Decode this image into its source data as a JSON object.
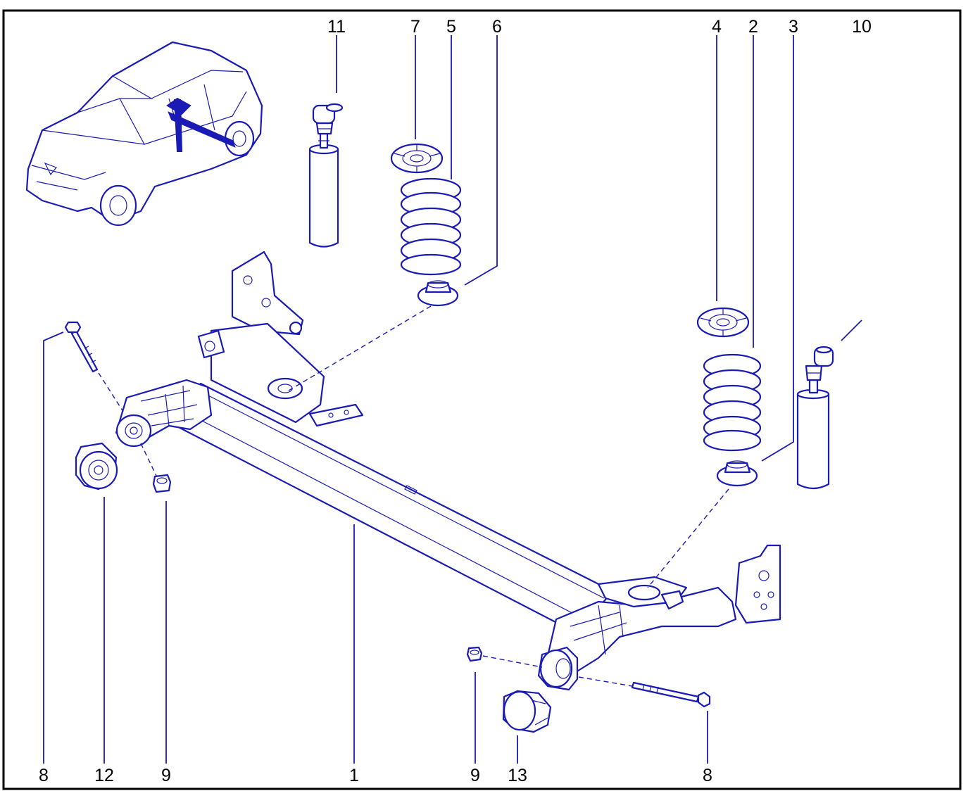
{
  "diagram": {
    "colors": {
      "line_art": "#1a1ab4",
      "frame": "#000000",
      "text": "#000000",
      "background": "#ffffff"
    },
    "callouts": [
      {
        "id": "c11-top",
        "label": "11"
      },
      {
        "id": "c7-top",
        "label": "7"
      },
      {
        "id": "c5-top",
        "label": "5"
      },
      {
        "id": "c6-top",
        "label": "6"
      },
      {
        "id": "c4-top",
        "label": "4"
      },
      {
        "id": "c2-top",
        "label": "2"
      },
      {
        "id": "c3-top",
        "label": "3"
      },
      {
        "id": "c10-top",
        "label": "10"
      },
      {
        "id": "c8-left",
        "label": "8"
      },
      {
        "id": "c12-bottom",
        "label": "12"
      },
      {
        "id": "c9-left",
        "label": "9"
      },
      {
        "id": "c1-bottom",
        "label": "1"
      },
      {
        "id": "c9-right",
        "label": "9"
      },
      {
        "id": "c13-bottom",
        "label": "13"
      },
      {
        "id": "c8-right",
        "label": "8"
      }
    ]
  }
}
